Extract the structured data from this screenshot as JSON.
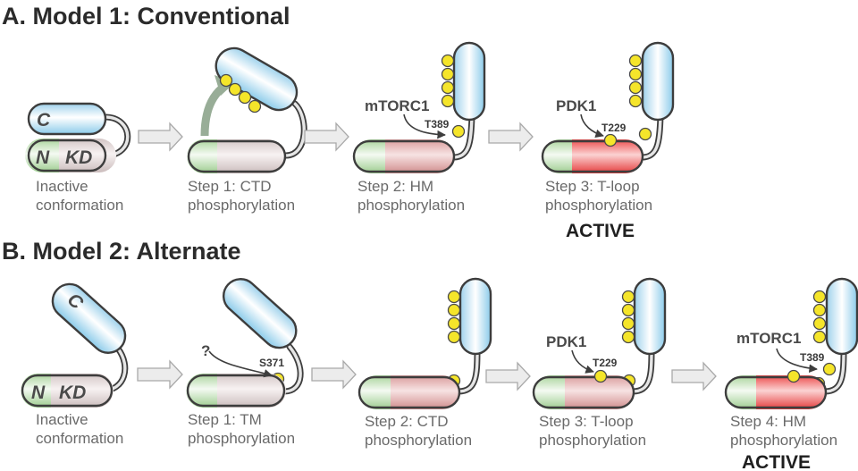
{
  "figure": {
    "panels": [
      {
        "id": "A",
        "title": "A. Model 1:  Conventional",
        "steps": [
          {
            "caption": [
              "Inactive",
              "conformation"
            ],
            "domain_labels": [
              "C",
              "N",
              "KD"
            ]
          },
          {
            "caption": [
              "Step 1: CTD",
              "phosphorylation"
            ]
          },
          {
            "caption": [
              "Step 2: HM",
              "phosphorylation"
            ],
            "kinase": "mTORC1",
            "site": "T389"
          },
          {
            "caption": [
              "Step 3: T-loop",
              "phosphorylation"
            ],
            "kinase": "PDK1",
            "site": "T229",
            "status": "ACTIVE"
          }
        ]
      },
      {
        "id": "B",
        "title": "B. Model 2:  Alternate",
        "steps": [
          {
            "caption": [
              "Inactive",
              "conformation"
            ],
            "domain_labels": [
              "C",
              "N",
              "KD"
            ]
          },
          {
            "caption": [
              "Step 1: TM",
              "phosphorylation"
            ],
            "kinase": "?",
            "site": "S371"
          },
          {
            "caption": [
              "Step 2: CTD",
              "phosphorylation"
            ]
          },
          {
            "caption": [
              "Step 3: T-loop",
              "phosphorylation"
            ],
            "kinase": "PDK1",
            "site": "T229"
          },
          {
            "caption": [
              "Step 4: HM",
              "phosphorylation"
            ],
            "kinase": "mTORC1",
            "site": "T389",
            "status": "ACTIVE"
          }
        ]
      }
    ],
    "colors": {
      "c_terminal": "#a9d8ef",
      "n_lobe": "#a8d39a",
      "kd_inactive": "#d6c9c9",
      "kd_partial": "#d99a9a",
      "kd_active": "#ec4a4a",
      "phosphate": "#f5e52a",
      "conformational_arrow": "#98ad97"
    }
  }
}
